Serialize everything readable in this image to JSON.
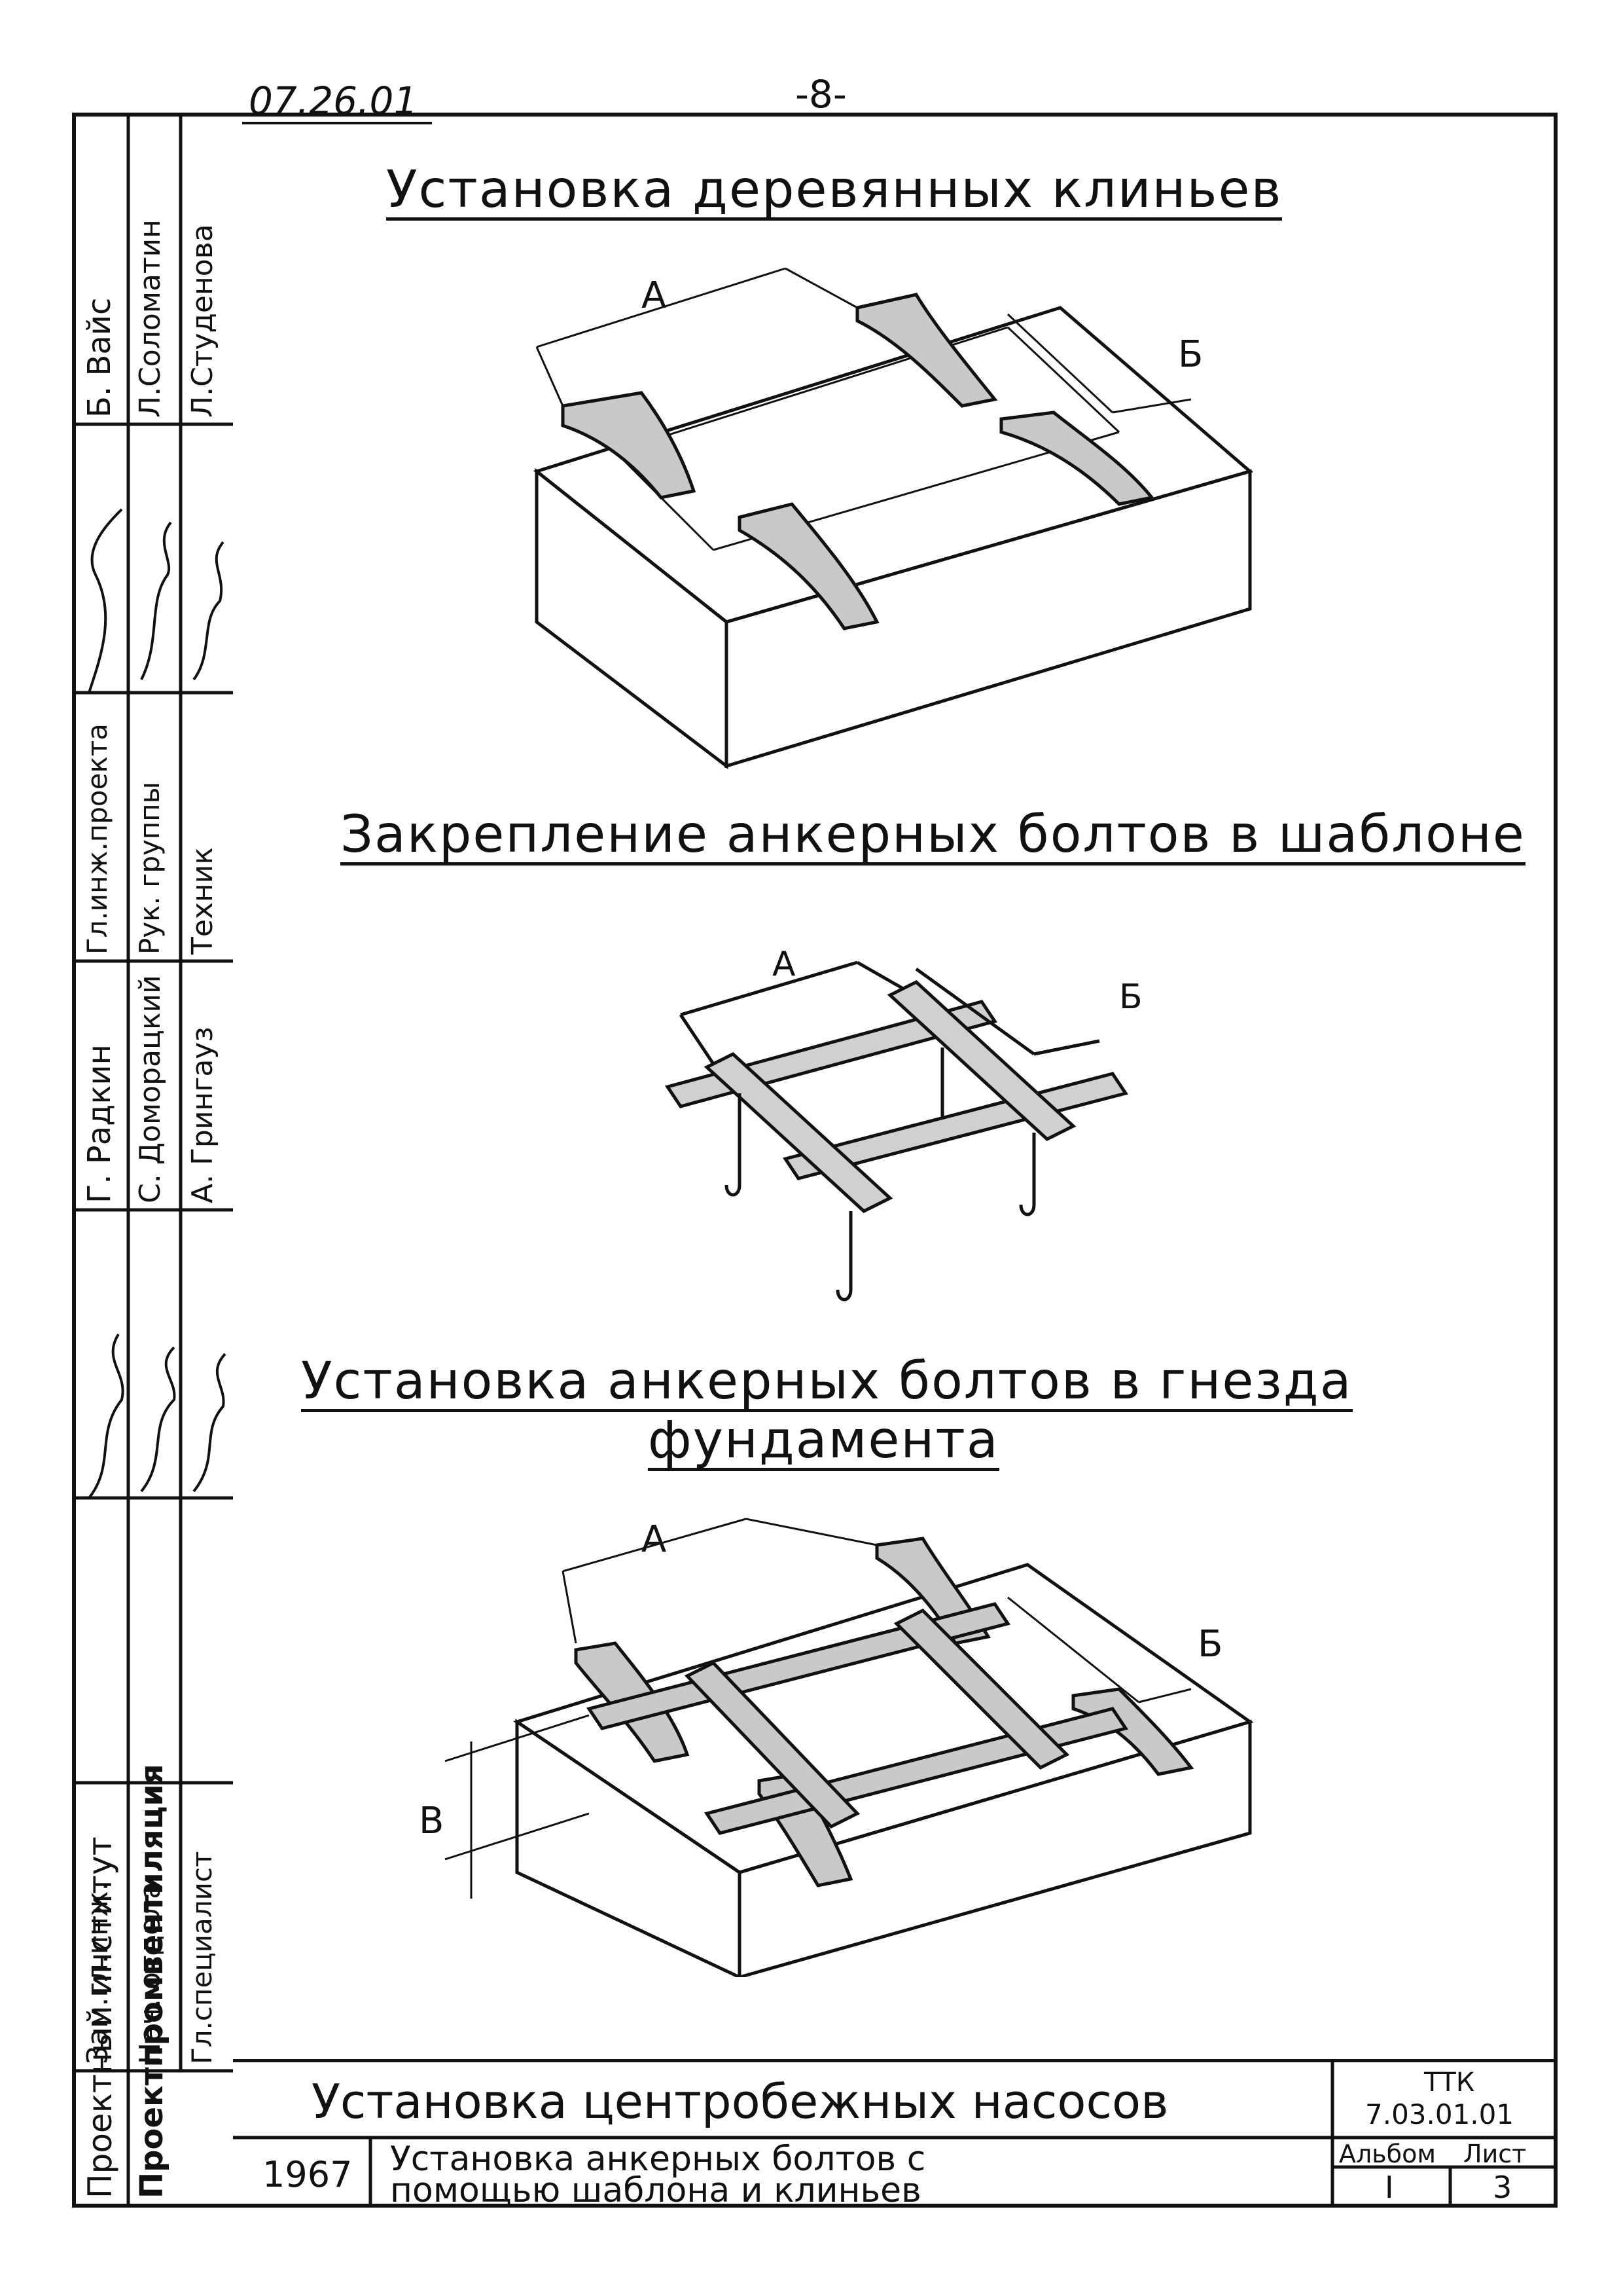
{
  "header": {
    "doc_code": "07.26.01",
    "page_number": "-8-"
  },
  "figures": [
    {
      "title": "Установка деревянных клиньев",
      "dim_a": "А",
      "dim_b": "Б"
    },
    {
      "title": "Закрепление анкерных болтов в шаблоне",
      "dim_a": "А",
      "dim_b": "Б"
    },
    {
      "title_line1": "Установка анкерных болтов в гнезда",
      "title_line2": "фундамента",
      "dim_a": "А",
      "dim_b": "Б",
      "dim_v": "В"
    }
  ],
  "side_stamp": {
    "org_line1": "Проектный институт",
    "org_line2": "Проектпромвентиляция",
    "positions": [
      {
        "role": "Зам.гл.инж.",
        "name": ""
      },
      {
        "role": "Нач. отдела",
        "name": ""
      },
      {
        "role": "Гл.специалист",
        "name": ""
      },
      {
        "role": "Гл.инж.проекта",
        "name": "Г. Радкин"
      },
      {
        "role": "Рук. группы",
        "name": "С. Доморацкий"
      },
      {
        "role": "Техник",
        "name": "А. Грингауз"
      }
    ],
    "names_top": [
      "Б. Вайс",
      "Л.Соломатин",
      "Л.Студенова"
    ]
  },
  "title_block": {
    "main_title": "Установка центробежных насосов",
    "code_label": "ТТК",
    "code_value": "7.03.01.01",
    "year": "1967",
    "sheet_title_line1": "Установка анкерных болтов с",
    "sheet_title_line2": "помощью шаблона и клиньев",
    "album_label": "Альбом",
    "album_value": "I",
    "sheet_label": "Лист",
    "sheet_value": "3"
  }
}
